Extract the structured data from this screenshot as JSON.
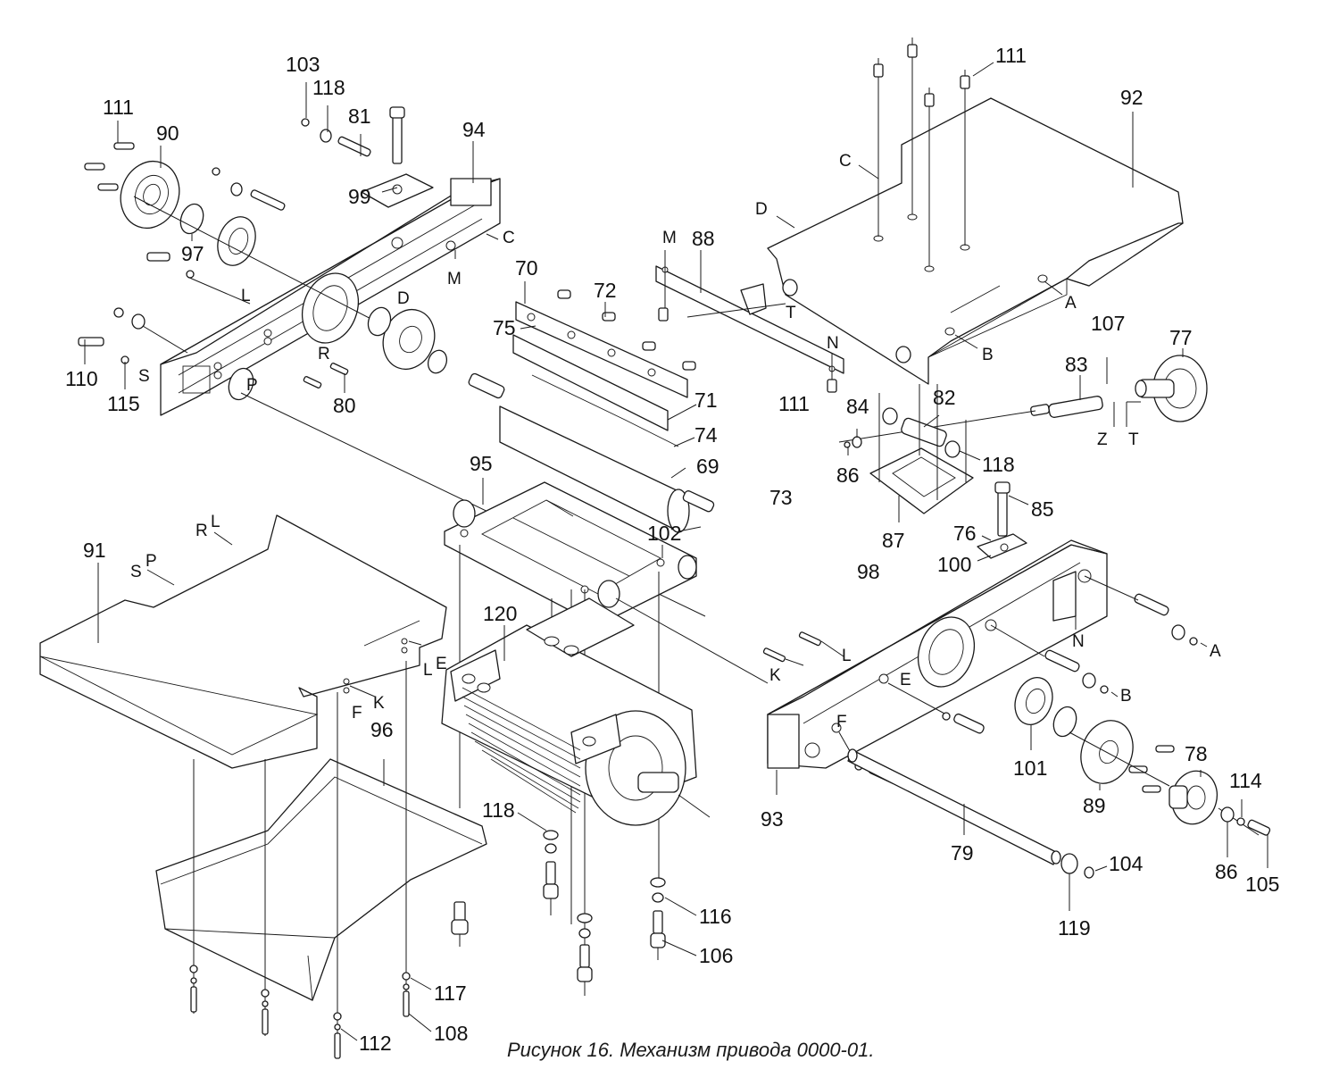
{
  "caption": "Рисунок 16. Механизм привода 0000-01.",
  "part_labels": {
    "p103": "103",
    "p118a": "118",
    "p81": "81",
    "p111a": "111",
    "p90": "90",
    "p94": "94",
    "p99": "99",
    "p97": "97",
    "p70": "70",
    "p72": "72",
    "p75": "75",
    "p88": "88",
    "p110": "110",
    "p115": "115",
    "p80": "80",
    "p71": "71",
    "p74": "74",
    "p69": "69",
    "p111b": "111",
    "p111c": "111",
    "p92": "92",
    "p107": "107",
    "p77": "77",
    "p83": "83",
    "p84": "84",
    "p82": "82",
    "p86a": "86",
    "p118b": "118",
    "p85": "85",
    "p87": "87",
    "p76": "76",
    "p100": "100",
    "p95": "95",
    "p102": "102",
    "p73": "73",
    "p98": "98",
    "p91": "91",
    "p120": "120",
    "p96": "96",
    "p93": "93",
    "p101": "101",
    "p89": "89",
    "p78": "78",
    "p114": "114",
    "p86b": "86",
    "p105": "105",
    "p79": "79",
    "p104": "104",
    "p119": "119",
    "p118c": "118",
    "p116": "116",
    "p106": "106",
    "p117": "117",
    "p108": "108",
    "p112": "112"
  },
  "reference_letters": {
    "C1": "C",
    "D1": "D",
    "M1": "M",
    "L1": "L",
    "R1": "R",
    "S1": "S",
    "P1": "P",
    "M2": "M",
    "T1": "T",
    "N1": "N",
    "C2": "C",
    "D2": "D",
    "A1": "A",
    "B1": "B",
    "Z1": "Z",
    "T2": "T",
    "R2": "R",
    "L2": "L",
    "S2": "S",
    "P2": "P",
    "E1": "E",
    "L3": "L",
    "K1": "K",
    "F1": "F",
    "K2": "K",
    "L4": "L",
    "E2": "E",
    "F2": "F",
    "N2": "N",
    "A2": "A",
    "B2": "B"
  }
}
